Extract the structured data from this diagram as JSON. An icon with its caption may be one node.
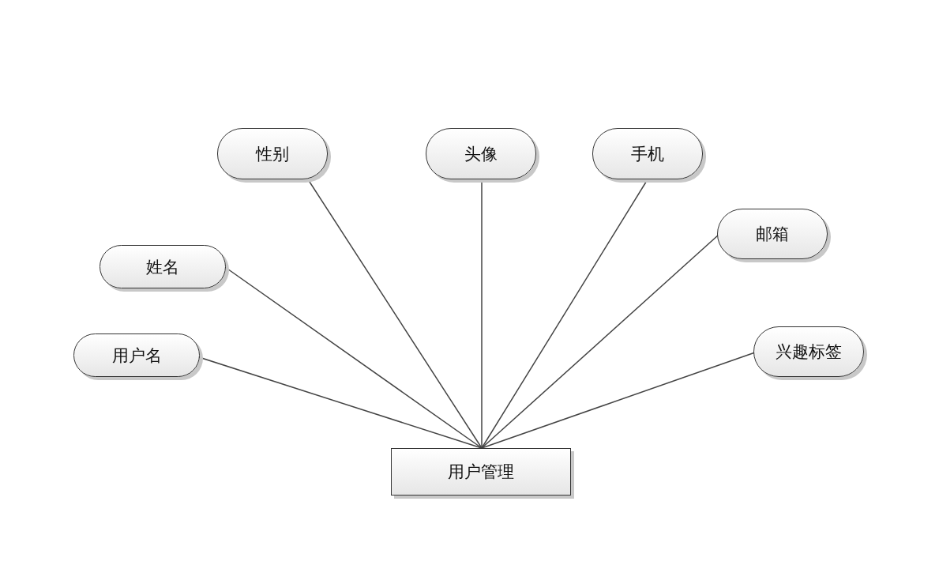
{
  "diagram": {
    "nodes": [
      {
        "text": [
          "性别"
        ]
      },
      {
        "text": [
          "头像"
        ]
      },
      {
        "text": [
          "手机"
        ]
      },
      {
        "text": [
          "邮箱"
        ]
      },
      {
        "text": [
          "姓名"
        ]
      },
      {
        "text": [
          "兴趣标签"
        ]
      },
      {
        "text": [
          "用户名"
        ]
      },
      {
        "text": [
          "用户管理"
        ]
      }
    ],
    "edges": [
      {
        "from": 0,
        "to": 7,
        "arrow": "none"
      },
      {
        "from": 1,
        "to": 7,
        "arrow": "none"
      },
      {
        "from": 2,
        "to": 7,
        "arrow": "none"
      },
      {
        "from": 3,
        "to": 7,
        "arrow": "none"
      },
      {
        "from": 4,
        "to": 7,
        "arrow": "none"
      },
      {
        "from": 5,
        "to": 7,
        "arrow": "none"
      },
      {
        "from": 6,
        "to": 7,
        "arrow": "none"
      }
    ]
  }
}
